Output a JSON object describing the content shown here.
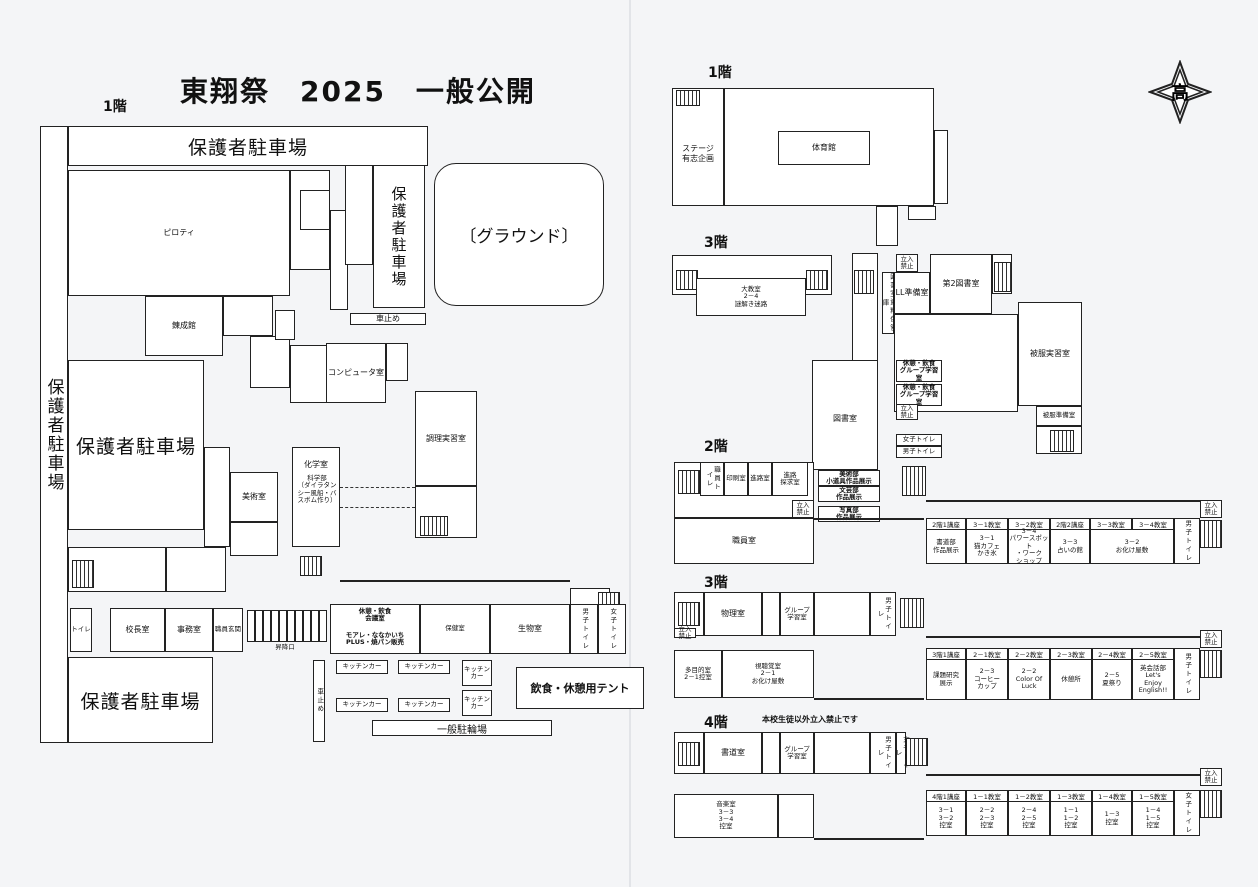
{
  "title": "東翔祭　2025　一般公開",
  "left": {
    "floor_label": "1階",
    "parking_top": "保護者駐車場",
    "parking_vertical_left": "保護者駐車場",
    "parking_vertical_mid": "保護者駐車場",
    "parking_mid": "保護者駐車場",
    "parking_bottom": "保護者駐車場",
    "ground": "〔グラウンド〕",
    "pilotis": "ピロティ",
    "kanseikan": "錬成館",
    "car_stop_top": "車止め",
    "computer_room": "コンピュータ室",
    "cooking_room": "調理実習室",
    "art_room": "美術室",
    "chem_room": "化学室",
    "science_club": "科学部\n（ダイラタン\nシー風船・バ\nスボム作り）",
    "toilet": "トイレ",
    "principal_room": "校長室",
    "office": "事務室",
    "staff_entrance": "職員玄関",
    "shoe_exit": "昇降口",
    "rest_room": "休憩・飲食\n会議室",
    "rest_room_sub": "モアレ・ななかいち\nPLUS・焼パン販売",
    "health_room": "保健室",
    "bio_room": "生物室",
    "boys_toilet": "男子トイレ",
    "girls_toilet": "女子トイレ",
    "kitchen_cars": [
      "キッチンカー",
      "キッチンカー",
      "キッチンカー",
      "キッチンカー",
      "キッチン\nカー",
      "キッチン\nカー"
    ],
    "car_stop_bottom": "車止め",
    "bike_parking": "一般駐輪場",
    "tent": "飲食・休憩用テント"
  },
  "right": {
    "f1_label": "1階",
    "stage": "ステージ\n有志企画",
    "gym": "体育館",
    "f3_label": "3階",
    "big_classroom": "大教室\n2－4\n謎解き迷路",
    "standing_no": "立入\n禁止",
    "ll_prep": "LL準備室",
    "library2": "第2図書室",
    "ll_vertical": "図書室資料保管庫",
    "rest_group1": "休憩・飲食\nグループ学習室",
    "rest_group2": "休憩・飲食\nグループ学習室",
    "clothing": "被服実習室",
    "clothing_prep": "被服準備室",
    "girls_toilet": "女子トイレ",
    "boys_toilet": "男子トイレ",
    "f2_label": "2階",
    "library": "図書室",
    "f2_rooms": [
      "職員トイレ",
      "印刷室",
      "進路室",
      "進路\n探求室"
    ],
    "art_club": "美術部\n小道具作品展示",
    "literature": "文芸部\n作品展示",
    "photo_club": "写真部\n作品展示",
    "staff_room": "職員室",
    "f2_headers": [
      "2階1講座",
      "3－1教室",
      "3－2教室",
      "2階2講座",
      "3－3教室",
      "3－4教室"
    ],
    "f2_cells": [
      "書道部\n作品展示",
      "3－1\n猫カフェ\nかき氷",
      "3－4\nパワースポット\n・ワーク\nショップ",
      "3－3\n占いの館",
      "3－2\nお化け屋敷"
    ],
    "f3b_label": "3階",
    "physics": "物理室",
    "group_study": "グループ\n学習室",
    "multi_room": "多目的室\n2－1控室",
    "av_room": "視聴覚室\n2－1\nお化け屋敷",
    "f3_headers": [
      "3階1講座",
      "2－1教室",
      "2－2教室",
      "2－3教室",
      "2－4教室",
      "2－5教室"
    ],
    "f3_cells": [
      "課題研究\n展示",
      "2－3\nコーヒー\nカップ",
      "2－2\nColor Of\nLuck",
      "休憩所",
      "2－5\n夏祭り",
      "英会話部\nLet's\nEnjoy\nEnglish!!"
    ],
    "f4_label": "4階",
    "f4_note": "本校生徒以外立入禁止です",
    "calligraphy": "書道室",
    "music": "音楽室\n3－3\n3－4\n控室",
    "f4_headers": [
      "4階1講座",
      "1－1教室",
      "1－2教室",
      "1－3教室",
      "1－4教室",
      "1－5教室"
    ],
    "f4_cells": [
      "3－1\n3－2\n控室",
      "2－2\n2－3\n控室",
      "2－4\n2－5\n控室",
      "1－1\n1－2\n控室",
      "1－3\n控室",
      "1－4\n1－5\n控室"
    ],
    "emblem_char": "高"
  }
}
